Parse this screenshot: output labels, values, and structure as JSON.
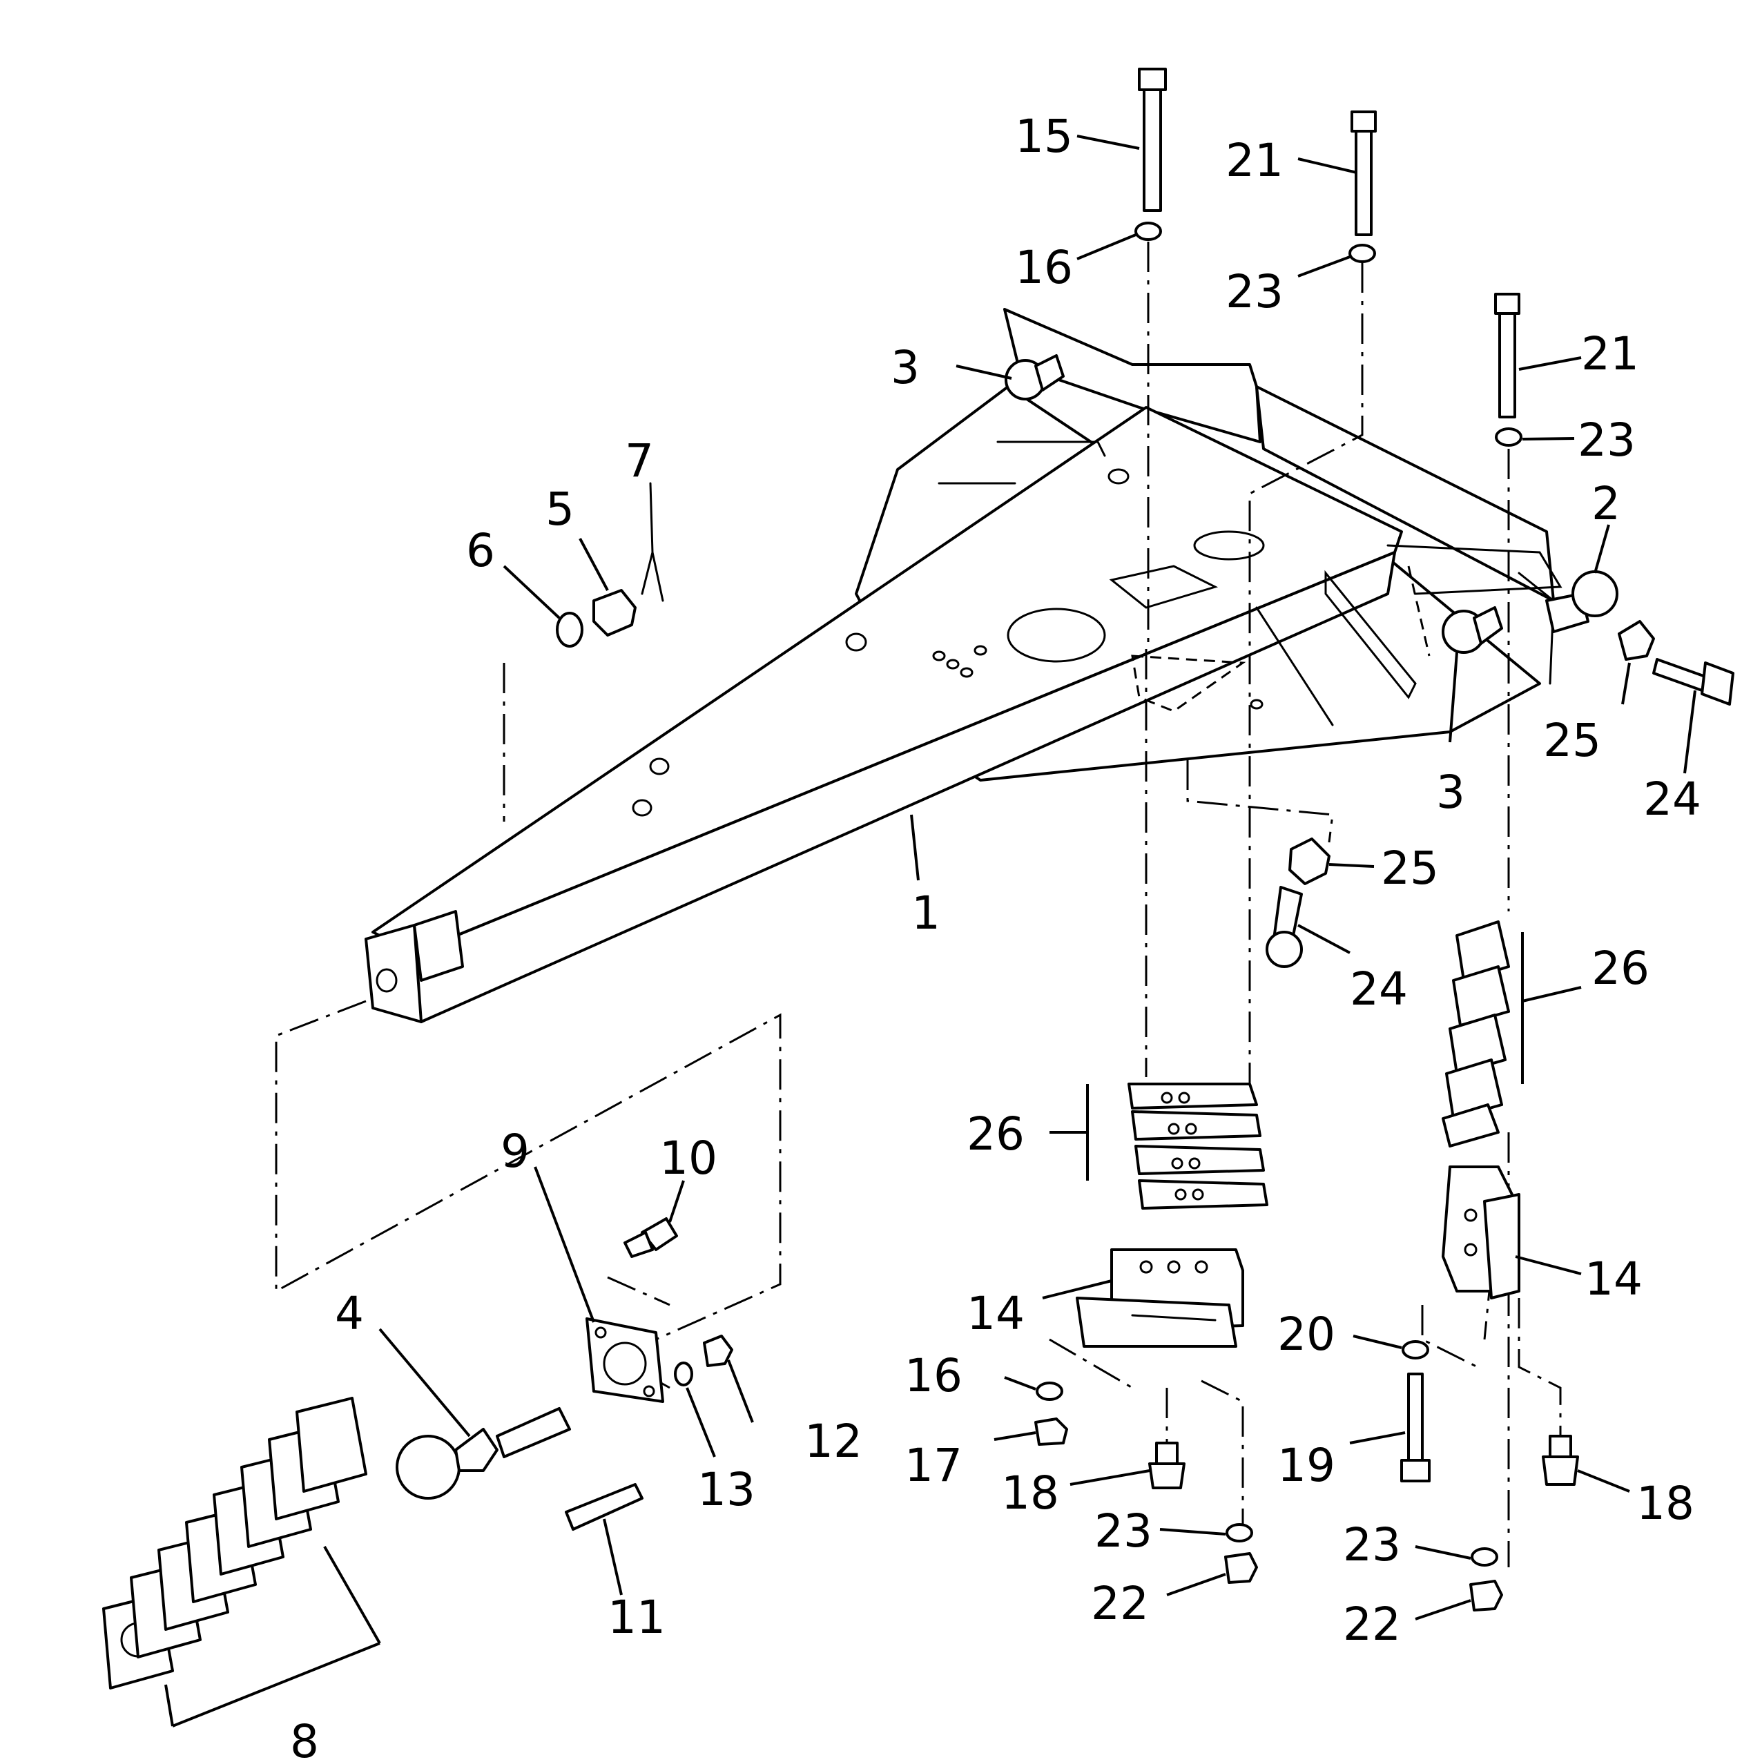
{
  "callouts": [
    {
      "id": "c15",
      "text": "15"
    },
    {
      "id": "c16a",
      "text": "16"
    },
    {
      "id": "c21a",
      "text": "21"
    },
    {
      "id": "c23a",
      "text": "23"
    },
    {
      "id": "c21b",
      "text": "21"
    },
    {
      "id": "c23b",
      "text": "23"
    },
    {
      "id": "c3a",
      "text": "3"
    },
    {
      "id": "c2",
      "text": "2"
    },
    {
      "id": "c7",
      "text": "7"
    },
    {
      "id": "c5",
      "text": "5"
    },
    {
      "id": "c6",
      "text": "6"
    },
    {
      "id": "c25a",
      "text": "25"
    },
    {
      "id": "c3b",
      "text": "3"
    },
    {
      "id": "c24a",
      "text": "24"
    },
    {
      "id": "c1",
      "text": "1"
    },
    {
      "id": "c25b",
      "text": "25"
    },
    {
      "id": "c24b",
      "text": "24"
    },
    {
      "id": "c26a",
      "text": "26"
    },
    {
      "id": "c26b",
      "text": "26"
    },
    {
      "id": "c10",
      "text": "10"
    },
    {
      "id": "c9",
      "text": "9"
    },
    {
      "id": "c4",
      "text": "4"
    },
    {
      "id": "c14a",
      "text": "14"
    },
    {
      "id": "c14b",
      "text": "14"
    },
    {
      "id": "c20",
      "text": "20"
    },
    {
      "id": "c16b",
      "text": "16"
    },
    {
      "id": "c12",
      "text": "12"
    },
    {
      "id": "c13",
      "text": "13"
    },
    {
      "id": "c17",
      "text": "17"
    },
    {
      "id": "c18a",
      "text": "18"
    },
    {
      "id": "c19",
      "text": "19"
    },
    {
      "id": "c18b",
      "text": "18"
    },
    {
      "id": "c23c",
      "text": "23"
    },
    {
      "id": "c23d",
      "text": "23"
    },
    {
      "id": "c22a",
      "text": "22"
    },
    {
      "id": "c22b",
      "text": "22"
    },
    {
      "id": "c11",
      "text": "11"
    },
    {
      "id": "c8",
      "text": "8"
    }
  ]
}
